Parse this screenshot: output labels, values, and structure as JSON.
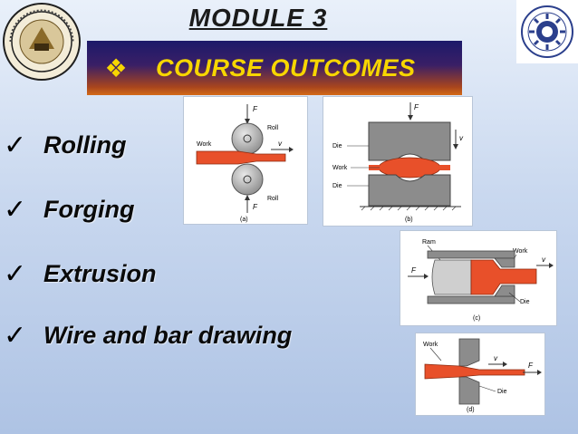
{
  "slide": {
    "module_title": "MODULE 3",
    "banner_title": "COURSE  OUTCOMES",
    "banner_bullet_icon": "four-diamond-bullet-icon",
    "accent_colors": {
      "banner_text": "#f7d600",
      "workpiece": "#e8502a"
    }
  },
  "outcomes": [
    {
      "label": "Rolling"
    },
    {
      "label": "Forging"
    },
    {
      "label": "Extrusion"
    },
    {
      "label": "Wire and bar drawing"
    }
  ],
  "diagrams": {
    "a": {
      "caption": "(a)",
      "labels": {
        "force_top": "F",
        "roll_top": "Roll",
        "work": "Work",
        "velocity": "v",
        "force_bottom": "F",
        "roll_bottom": "Roll"
      }
    },
    "b": {
      "caption": "(b)",
      "labels": {
        "force_top": "F",
        "die_top": "Die",
        "work": "Work",
        "velocity": "v",
        "die_bottom": "Die"
      }
    },
    "c": {
      "caption": "(c)",
      "labels": {
        "ram": "Ram",
        "work": "Work",
        "force": "F",
        "velocity": "v",
        "die": "Die"
      }
    },
    "d": {
      "caption": "(d)",
      "labels": {
        "work": "Work",
        "velocity": "v",
        "force": "F",
        "die": "Die"
      }
    }
  }
}
